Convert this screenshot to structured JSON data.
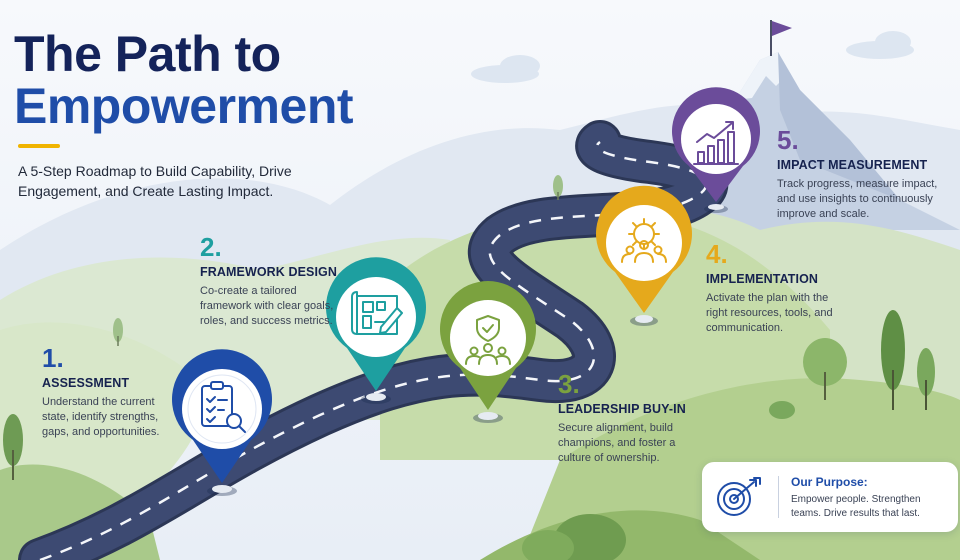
{
  "title": {
    "line1": "The Path to",
    "line2": "Empowerment"
  },
  "subtitle": "A 5-Step Roadmap to Build Capability, Drive Engagement, and Create Lasting Impact.",
  "colors": {
    "navy": "#14235a",
    "blue": "#1f4da8",
    "teal": "#1e9fa0",
    "green": "#7ba23f",
    "gold": "#e5a91c",
    "purple": "#6b4c9a",
    "road": "#3c4a6e",
    "accent": "#f0b400"
  },
  "steps": [
    {
      "number": "1.",
      "heading": "ASSESSMENT",
      "description": "Understand the current state, identify strengths, gaps, and opportunities.",
      "icon": "clipboard-search-icon"
    },
    {
      "number": "2.",
      "heading": "FRAMEWORK DESIGN",
      "description": "Co-create a tailored framework with clear goals, roles, and success metrics.",
      "icon": "blueprint-pencil-icon"
    },
    {
      "number": "3.",
      "heading": "LEADERSHIP BUY-IN",
      "description": "Secure alignment, build champions, and foster a culture of ownership.",
      "icon": "shield-team-icon"
    },
    {
      "number": "4.",
      "heading": "IMPLEMENTATION",
      "description": "Activate the plan with the right resources, tools, and communication.",
      "icon": "gear-team-icon"
    },
    {
      "number": "5.",
      "heading": "IMPACT MEASUREMENT",
      "description": "Track progress, measure impact, and use insights to continuously improve and scale.",
      "icon": "growth-chart-icon"
    }
  ],
  "purpose": {
    "title": "Our Purpose:",
    "text": "Empower people. Strengthen teams. Drive results that last.",
    "icon": "target-arrow-icon"
  }
}
